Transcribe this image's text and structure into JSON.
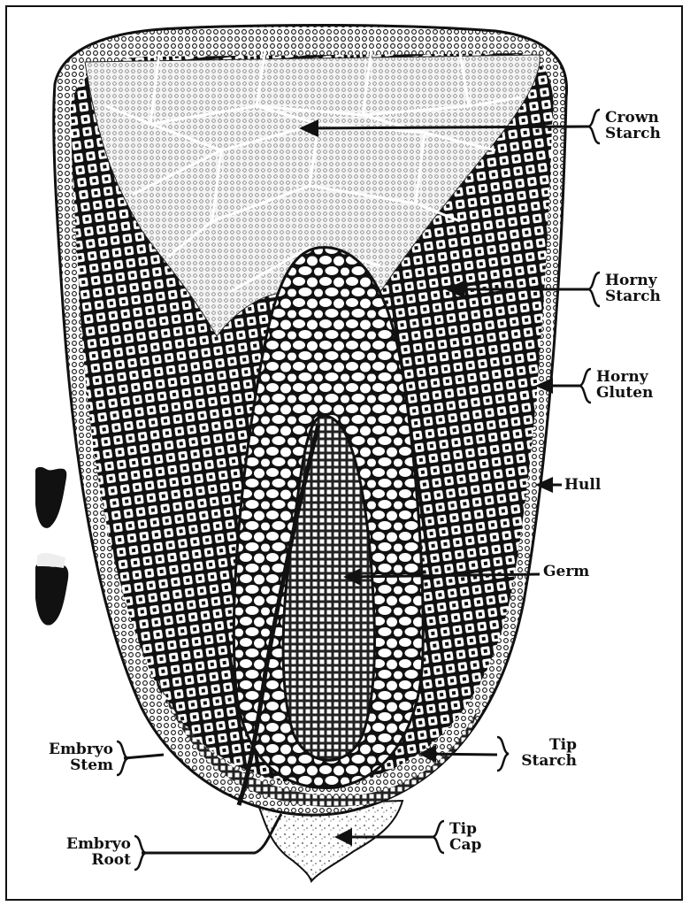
{
  "diagram": {
    "labels": {
      "crown_starch": [
        "Crown",
        "Starch"
      ],
      "horny_starch": [
        "Horny",
        "Starch"
      ],
      "horny_gluten": [
        "Horny",
        "Gluten"
      ],
      "hull": "Hull",
      "germ": "Germ",
      "embryo_stem": [
        "Embryo",
        "Stem"
      ],
      "tip_starch": [
        "Tip",
        "Starch"
      ],
      "embryo_root": [
        "Embryo",
        "Root"
      ],
      "tip_cap": [
        "Tip",
        "Cap"
      ]
    }
  },
  "colors": {
    "ink": "#111111",
    "paper": "#ffffff",
    "starch_fill": "#f4f4f4"
  }
}
